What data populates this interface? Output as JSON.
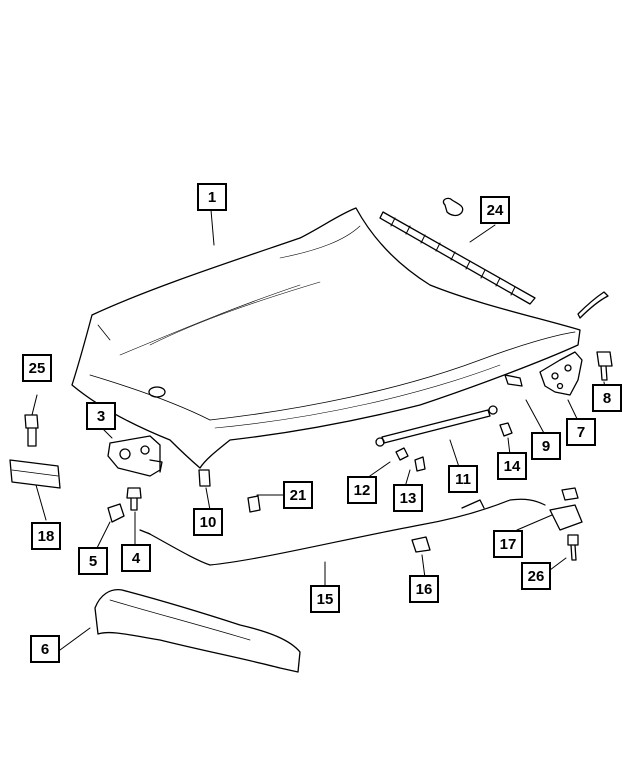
{
  "diagram": {
    "callouts": [
      {
        "id": "c1",
        "label": "1"
      },
      {
        "id": "c2",
        "label": "3"
      },
      {
        "id": "c3",
        "label": "4"
      },
      {
        "id": "c4",
        "label": "5"
      },
      {
        "id": "c5",
        "label": "6"
      },
      {
        "id": "c6",
        "label": "7"
      },
      {
        "id": "c7",
        "label": "8"
      },
      {
        "id": "c8",
        "label": "9"
      },
      {
        "id": "c9",
        "label": "10"
      },
      {
        "id": "c10",
        "label": "11"
      },
      {
        "id": "c11",
        "label": "12"
      },
      {
        "id": "c12",
        "label": "13"
      },
      {
        "id": "c13",
        "label": "14"
      },
      {
        "id": "c14",
        "label": "15"
      },
      {
        "id": "c15",
        "label": "16"
      },
      {
        "id": "c16",
        "label": "17"
      },
      {
        "id": "c17",
        "label": "18"
      },
      {
        "id": "c18",
        "label": "21"
      },
      {
        "id": "c19",
        "label": "24"
      },
      {
        "id": "c20",
        "label": "25"
      },
      {
        "id": "c21",
        "label": "26"
      }
    ],
    "line_color": "#000000",
    "background": "#ffffff"
  }
}
